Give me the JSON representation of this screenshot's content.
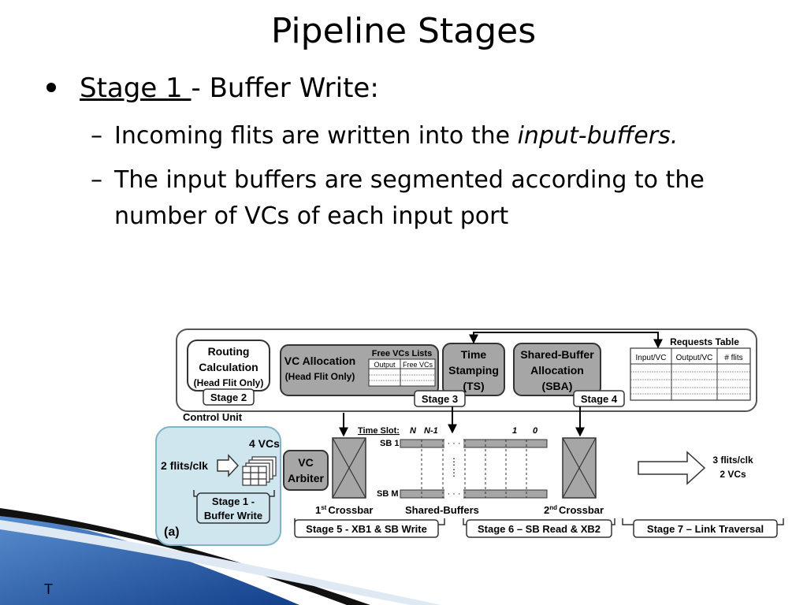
{
  "slide": {
    "title": "Pipeline Stages",
    "bullet1_stage": "Stage 1 ",
    "bullet1_rest": "- Buffer Write:",
    "sub1_text": "Incoming flits are written into the ",
    "sub1_italic": "input-buffers.",
    "sub2_line1": "The input buffers are segmented according to the",
    "sub2_line2": "number of VCs of each input port",
    "dash": "–",
    "footer": "T"
  },
  "diagram": {
    "routing": [
      "Routing",
      "Calculation",
      "(Head Flit Only)"
    ],
    "stage2": "Stage 2",
    "vc_alloc": [
      "VC Allocation",
      "(Head Flit Only)"
    ],
    "free_vcs": "Free VCs Lists",
    "free_cols": [
      "Output",
      "Free VCs"
    ],
    "time_stamp": [
      "Time",
      "Stamping",
      "(TS)"
    ],
    "stage3": "Stage 3",
    "sba": [
      "Shared-Buffer",
      "Allocation",
      "(SBA)"
    ],
    "stage4": "Stage 4",
    "req_table": "Requests Table",
    "req_cols": [
      "Input/VC",
      "Output/VC",
      "# flits"
    ],
    "control_unit": "Control Unit",
    "vcs4": "4 VCs",
    "flits2": "2 flits/clk",
    "stage1": [
      "Stage 1 -",
      "Buffer Write"
    ],
    "label_a": "(a)",
    "vc_arbiter": [
      "VC",
      "Arbiter"
    ],
    "timeslot": "Time Slot:",
    "slot_n": "N",
    "slot_n1": "N-1",
    "slot_1": "1",
    "slot_0": "0",
    "sb1": "SB 1",
    "sbm": "SB M",
    "dots": "· · ·",
    "crossbar1_num": "1",
    "crossbar1_sup": "st",
    "crossbar1_text": "Crossbar",
    "shared_buffers": "Shared-Buffers",
    "crossbar2_num": "2",
    "crossbar2_sup": "nd",
    "crossbar2_text": "Crossbar",
    "flits3": [
      "3 flits/clk",
      "2 VCs"
    ],
    "stage5": "Stage 5 - XB1 & SB Write",
    "stage6": "Stage 6 – SB Read & XB2",
    "stage7": "Stage 7 – Link Traversal"
  },
  "colors": {
    "accent_blue": "#1f5fa8",
    "light_blue": "#cfe6ef",
    "gray_box": "#a6a6a6"
  }
}
